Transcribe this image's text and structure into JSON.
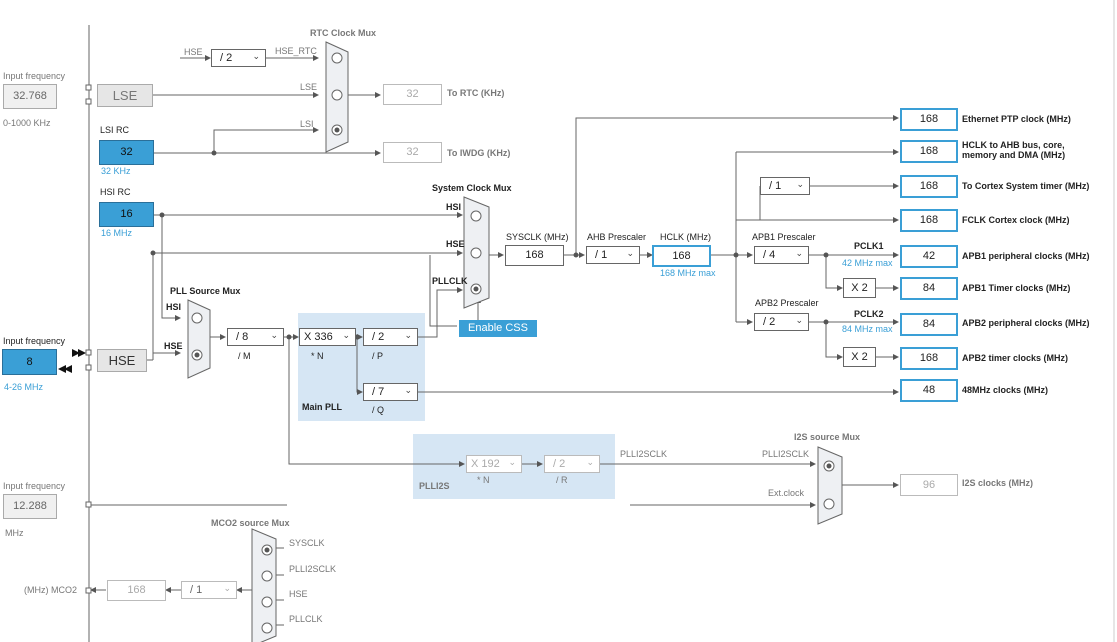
{
  "left": {
    "input_frequency_1": "Input frequency",
    "lse_value": "32.768",
    "lse_range": "0-1000 KHz",
    "lse_label": "LSE",
    "lsi_rc": "LSI RC",
    "lsi_value": "32",
    "lsi_unit": "32 KHz",
    "hsi_rc": "HSI RC",
    "hsi_value": "16",
    "hsi_unit": "16 MHz",
    "input_frequency_2": "Input frequency",
    "hse_value": "8",
    "hse_range": "4-26 MHz",
    "hse_label": "HSE",
    "input_frequency_3": "Input frequency",
    "i2s_value": "12.288",
    "i2s_unit": "MHz"
  },
  "rtc": {
    "title": "RTC Clock Mux",
    "hse": "HSE",
    "div": "/ 2",
    "hse_rtc": "HSE_RTC",
    "lse": "LSE",
    "lsi": "LSI",
    "rtc_value": "32",
    "rtc_label": "To RTC (KHz)",
    "iwdg_value": "32",
    "iwdg_label": "To IWDG (KHz)"
  },
  "sysmux": {
    "title": "System Clock Mux",
    "hsi": "HSI",
    "hse": "HSE",
    "pllclk": "PLLCLK",
    "enable_css": "Enable CSS"
  },
  "pll_mux": {
    "title": "PLL Source Mux",
    "hsi": "HSI",
    "hse": "HSE",
    "div_m": "/ 8",
    "m_label": "/ M"
  },
  "main_pll": {
    "title": "Main PLL",
    "n": "X 336",
    "n_label": "* N",
    "p": "/ 2",
    "p_label": "/ P",
    "q": "/ 7",
    "q_label": "/ Q"
  },
  "sys": {
    "sysclk_label": "SYSCLK (MHz)",
    "sysclk": "168",
    "ahb_label": "AHB Prescaler",
    "ahb": "/ 1",
    "hclk_label": "HCLK (MHz)",
    "hclk": "168",
    "hclk_max": "168 MHz max",
    "apb1_label": "APB1 Prescaler",
    "apb1": "/ 4",
    "pclk1": "PCLK1",
    "pclk1_max": "42 MHz max",
    "x2a": "X 2",
    "apb2_label": "APB2 Prescaler",
    "apb2": "/ 2",
    "pclk2": "PCLK2",
    "pclk2_max": "84 MHz max",
    "x2b": "X 2",
    "systick_div": "/ 1"
  },
  "outputs": [
    {
      "value": "168",
      "label": "Ethernet PTP clock (MHz)"
    },
    {
      "value": "168",
      "label": "HCLK to AHB bus, core, memory and DMA (MHz)"
    },
    {
      "value": "168",
      "label": "To Cortex System timer (MHz)"
    },
    {
      "value": "168",
      "label": "FCLK Cortex clock (MHz)"
    },
    {
      "value": "42",
      "label": "APB1 peripheral clocks (MHz)"
    },
    {
      "value": "84",
      "label": "APB1 Timer clocks (MHz)"
    },
    {
      "value": "84",
      "label": "APB2 peripheral clocks (MHz)"
    },
    {
      "value": "168",
      "label": "APB2 timer clocks (MHz)"
    },
    {
      "value": "48",
      "label": "48MHz clocks (MHz)"
    }
  ],
  "plli2s": {
    "title": "PLLI2S",
    "n": "X 192",
    "n_label": "* N",
    "r": "/ 2",
    "r_label": "/ R",
    "out": "PLLI2SCLK"
  },
  "i2s": {
    "title": "I2S source Mux",
    "plli2sclk": "PLLI2SCLK",
    "ext": "Ext.clock",
    "value": "96",
    "label": "I2S clocks (MHz)"
  },
  "mco2": {
    "title": "MCO2 source Mux",
    "sysclk": "SYSCLK",
    "plli2sclk": "PLLI2SCLK",
    "hse": "HSE",
    "pllclk": "PLLCLK",
    "div": "/ 1",
    "value": "168",
    "label": "(MHz) MCO2"
  },
  "colors": {
    "accent": "#3a9fd6",
    "pll_bg": "#d6e6f4"
  }
}
